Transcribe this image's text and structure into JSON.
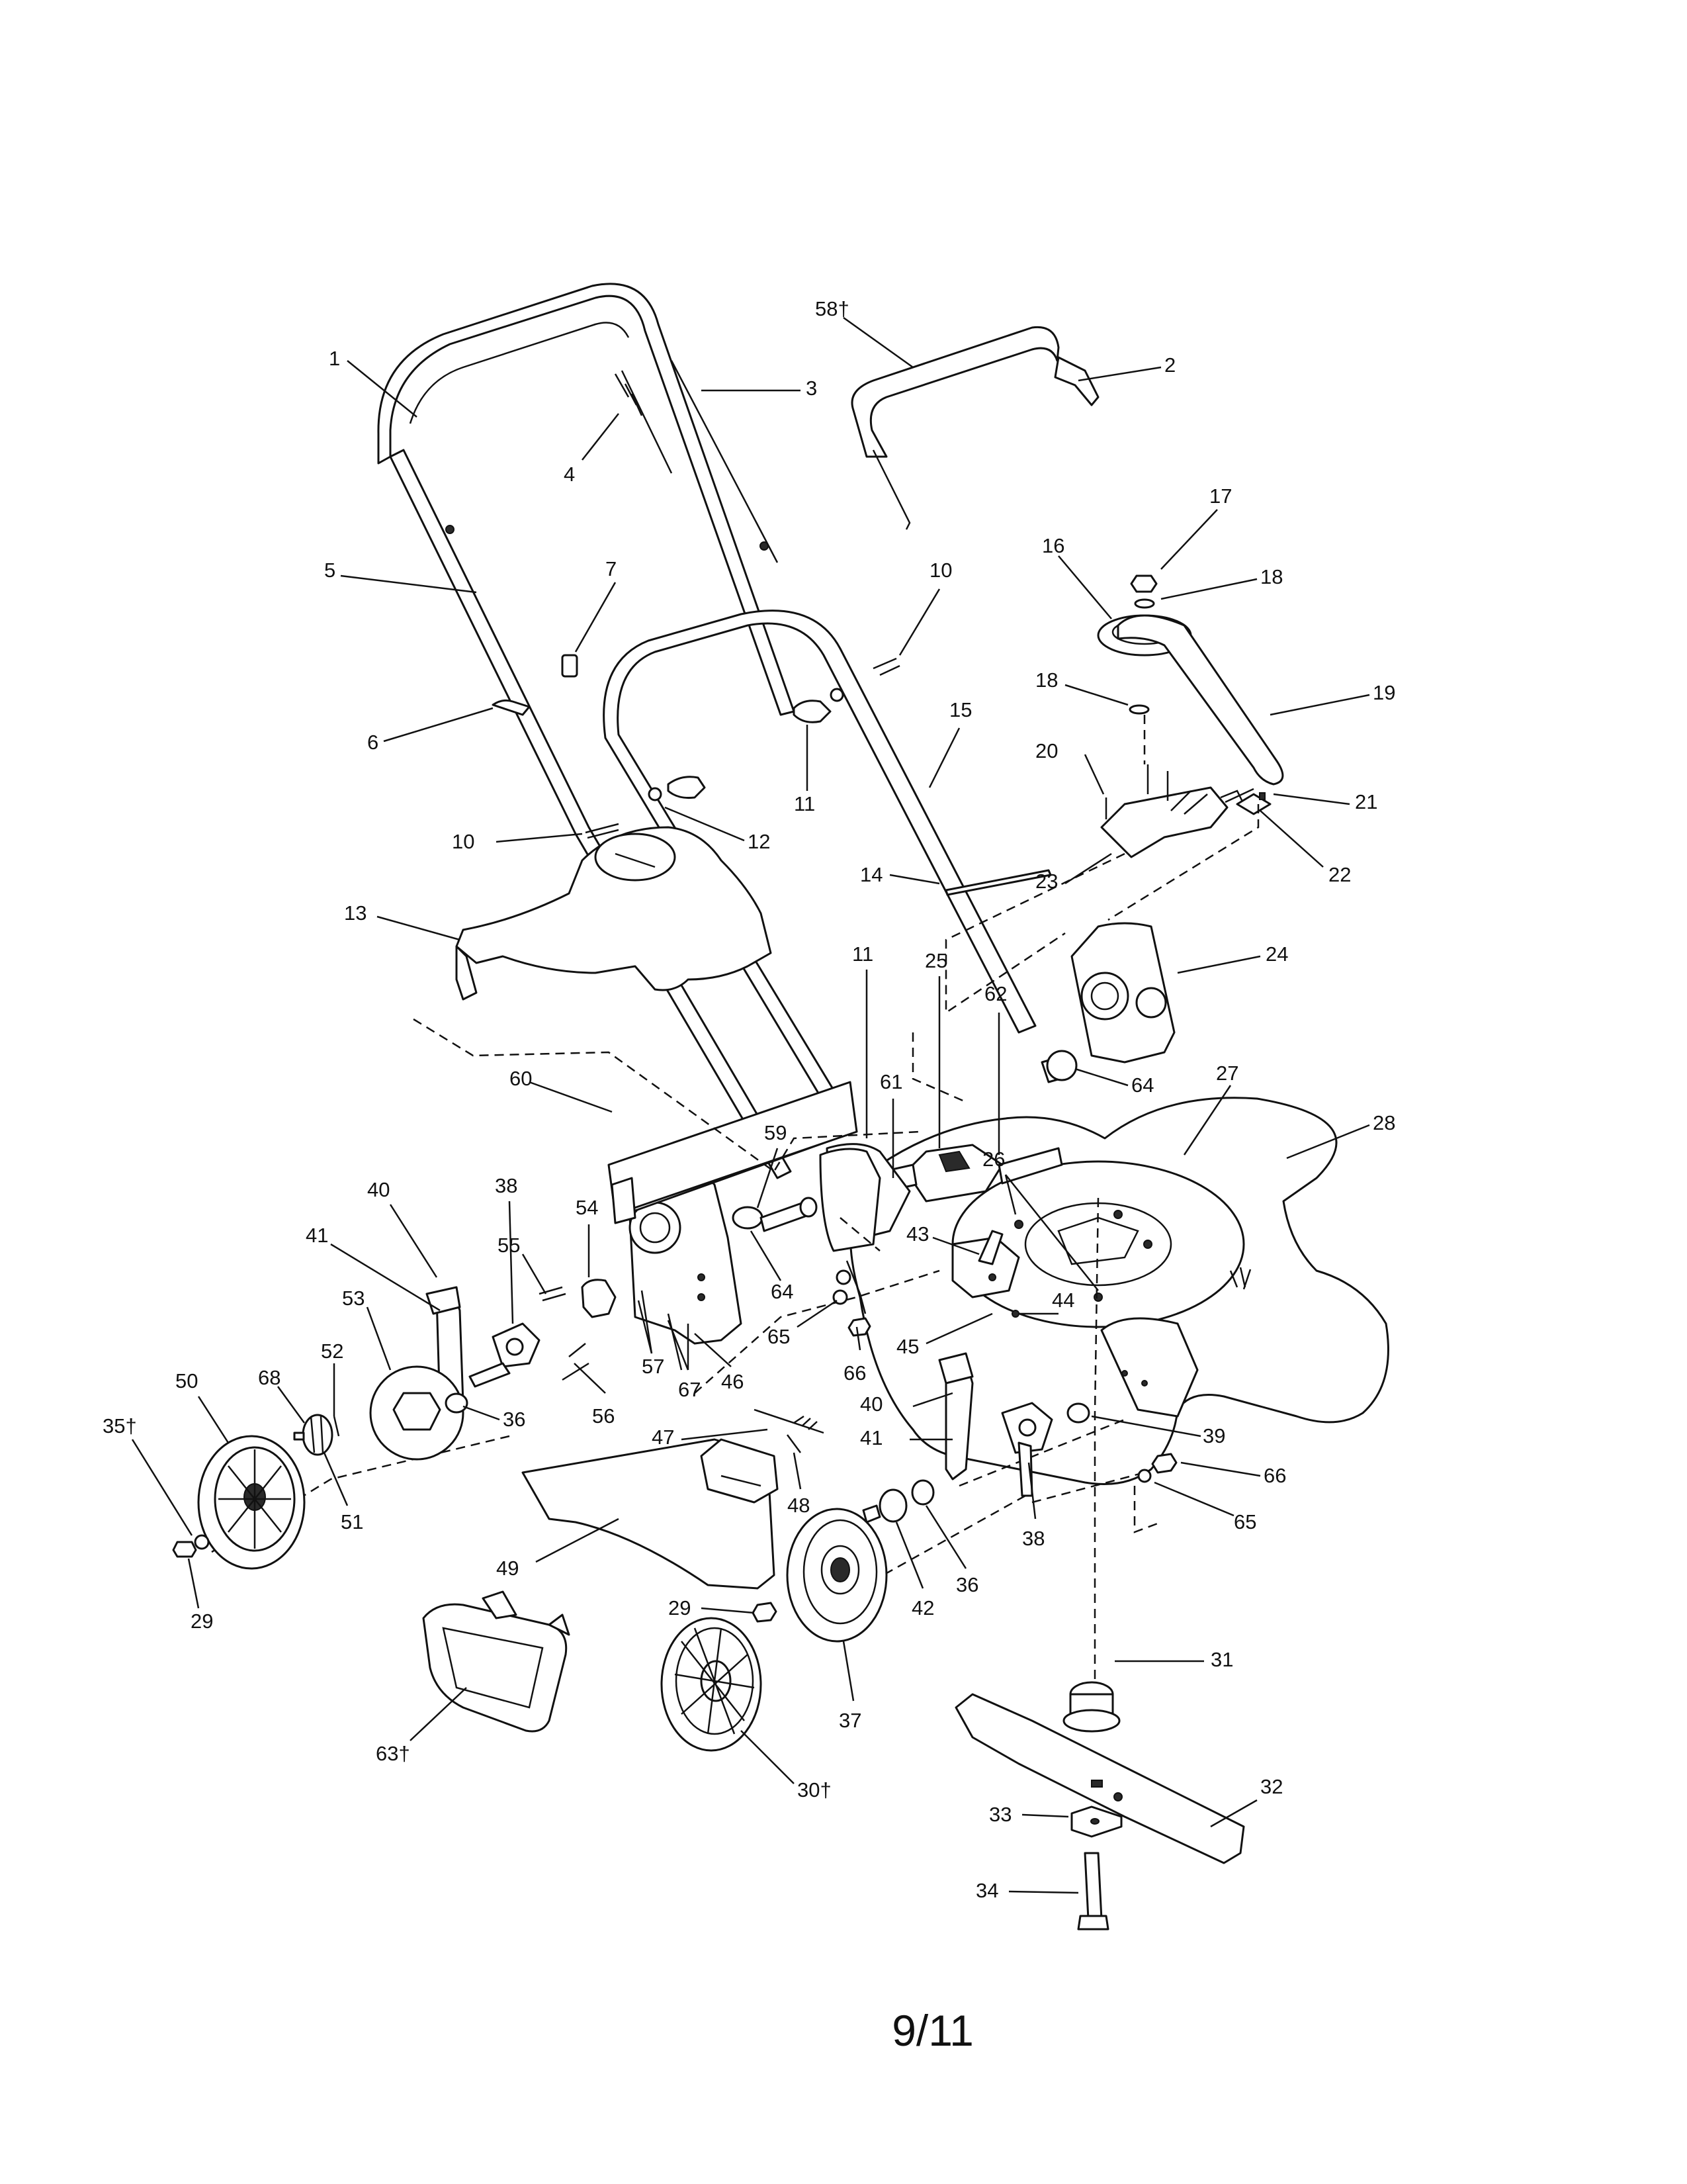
{
  "page_number": "9/11",
  "callouts": [
    "1",
    "2",
    "3",
    "4",
    "5",
    "6",
    "7",
    "10",
    "11",
    "12",
    "10",
    "13",
    "14",
    "15",
    "16",
    "17",
    "18",
    "18",
    "19",
    "20",
    "21",
    "22",
    "23",
    "24",
    "25",
    "62",
    "11",
    "61",
    "64",
    "27",
    "28",
    "60",
    "59",
    "26",
    "40",
    "38",
    "41",
    "55",
    "54",
    "64",
    "43",
    "44",
    "53",
    "65",
    "66",
    "45",
    "57",
    "67",
    "46",
    "52",
    "56",
    "36",
    "68",
    "50",
    "35†",
    "51",
    "40",
    "41",
    "39",
    "47",
    "48",
    "66",
    "65",
    "29",
    "49",
    "42",
    "36",
    "38",
    "29",
    "37",
    "31",
    "63†",
    "30†",
    "32",
    "33",
    "34",
    "58†"
  ]
}
